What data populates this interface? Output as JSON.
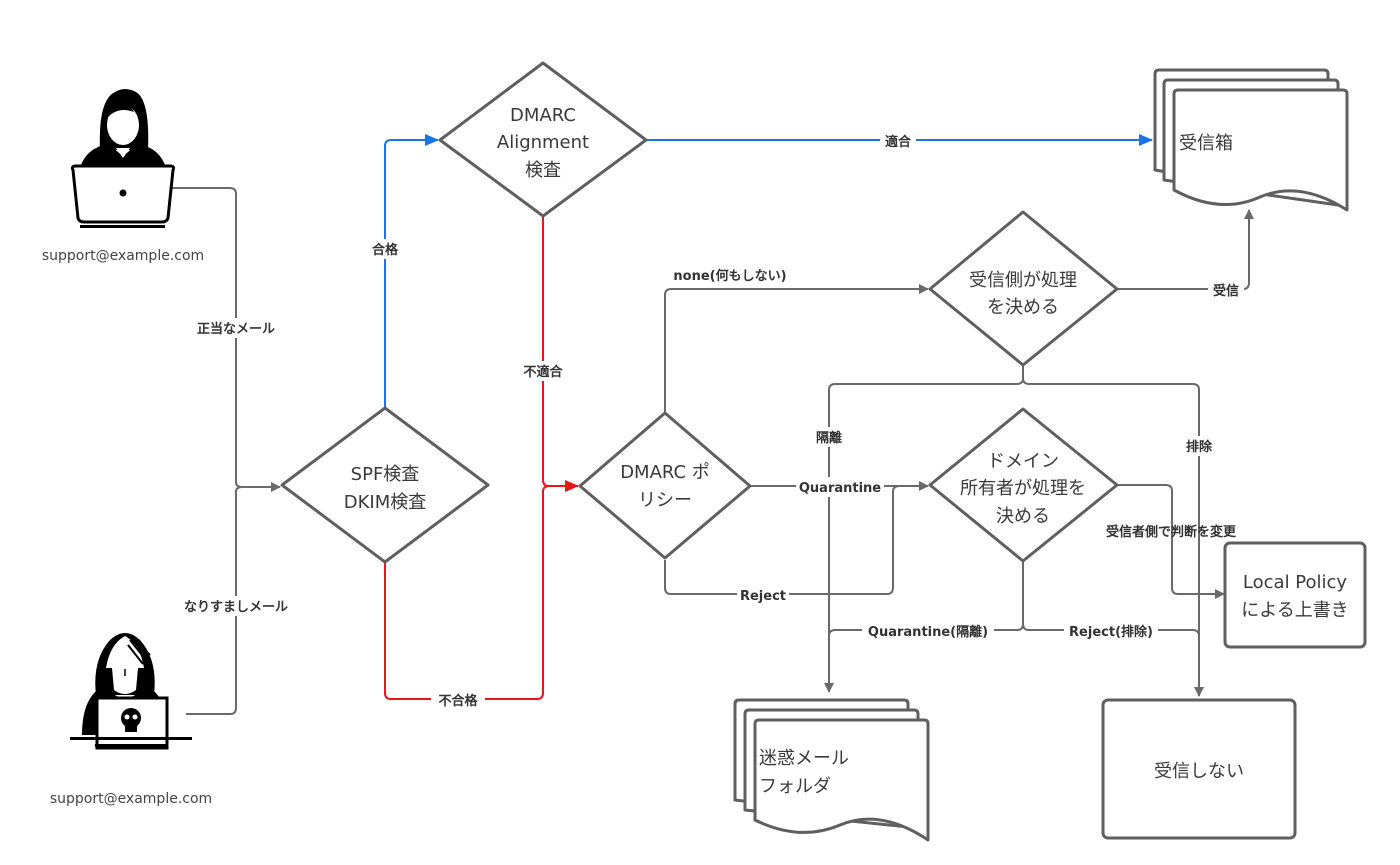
{
  "actors": {
    "legit": {
      "email": "support@example.com",
      "icon": "person-laptop-icon"
    },
    "spoofer": {
      "email": "support@example.com",
      "icon": "hacker-laptop-icon"
    }
  },
  "nodes": {
    "spf_dkim": {
      "line1": "SPF検査",
      "line2": "DKIM検査"
    },
    "alignment": {
      "line1": "DMARC",
      "line2": "Alignment",
      "line3": "検査"
    },
    "policy": {
      "line1": "DMARC ポ",
      "line2": "リシー"
    },
    "receiver_decides": {
      "line1": "受信側が処理",
      "line2": "を決める"
    },
    "owner_decides": {
      "line1": "ドメイン",
      "line2": "所有者が処理を",
      "line3": "決める"
    },
    "inbox": {
      "label": "受信箱"
    },
    "spam_folder": {
      "line1": "迷惑メール",
      "line2": "フォルダ"
    },
    "local_policy": {
      "line1": "Local Policy",
      "line2": "による上書き"
    },
    "not_received": {
      "label": "受信しない"
    }
  },
  "edges": {
    "legit_mail": "正当なメール",
    "spoofed_mail": "なりすましメール",
    "pass": "合格",
    "fail": "不合格",
    "aligned": "適合",
    "not_aligned": "不適合",
    "none": "none(何もしない)",
    "quarantine": "Quarantine",
    "reject": "Reject",
    "receive": "受信",
    "isolate": "隔離",
    "exclude": "排除",
    "override": "受信者側で判断を変更",
    "quarantine_jp": "Quarantine(隔離)",
    "reject_jp": "Reject(排除)"
  },
  "colors": {
    "pass_path": "#1a73e8",
    "fail_path": "#e8161c",
    "neutral_path": "#6a6a6a",
    "shape_stroke": "#5f5f5f"
  }
}
